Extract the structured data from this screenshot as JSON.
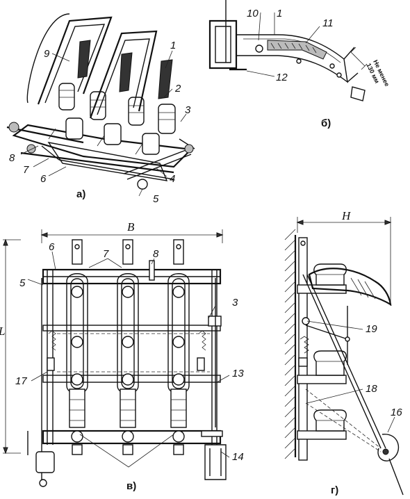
{
  "captions": {
    "a": "а)",
    "b": "б)",
    "v": "в)",
    "g": "г)"
  },
  "panel_a_labels": {
    "l9": "9",
    "l1": "1",
    "l2": "2",
    "l3": "3",
    "l8": "8",
    "l7": "7",
    "l6": "6",
    "l4": "4",
    "l5": "5"
  },
  "panel_b_labels": {
    "l10": "10",
    "l1": "1",
    "l11": "11",
    "l12": "12",
    "note_line1": "Не менее",
    "note_line2": "130 мм"
  },
  "panel_v_labels": {
    "dim_b": "B",
    "dim_l": "L",
    "l6": "6",
    "l7": "7",
    "l8": "8",
    "l5": "5",
    "l3": "3",
    "l17": "17",
    "l13": "13",
    "l14": "14"
  },
  "panel_g_labels": {
    "dim_h": "H",
    "l19": "19",
    "l18": "18",
    "l16": "16"
  },
  "colors": {
    "ink": "#111111",
    "paper": "#ffffff"
  }
}
